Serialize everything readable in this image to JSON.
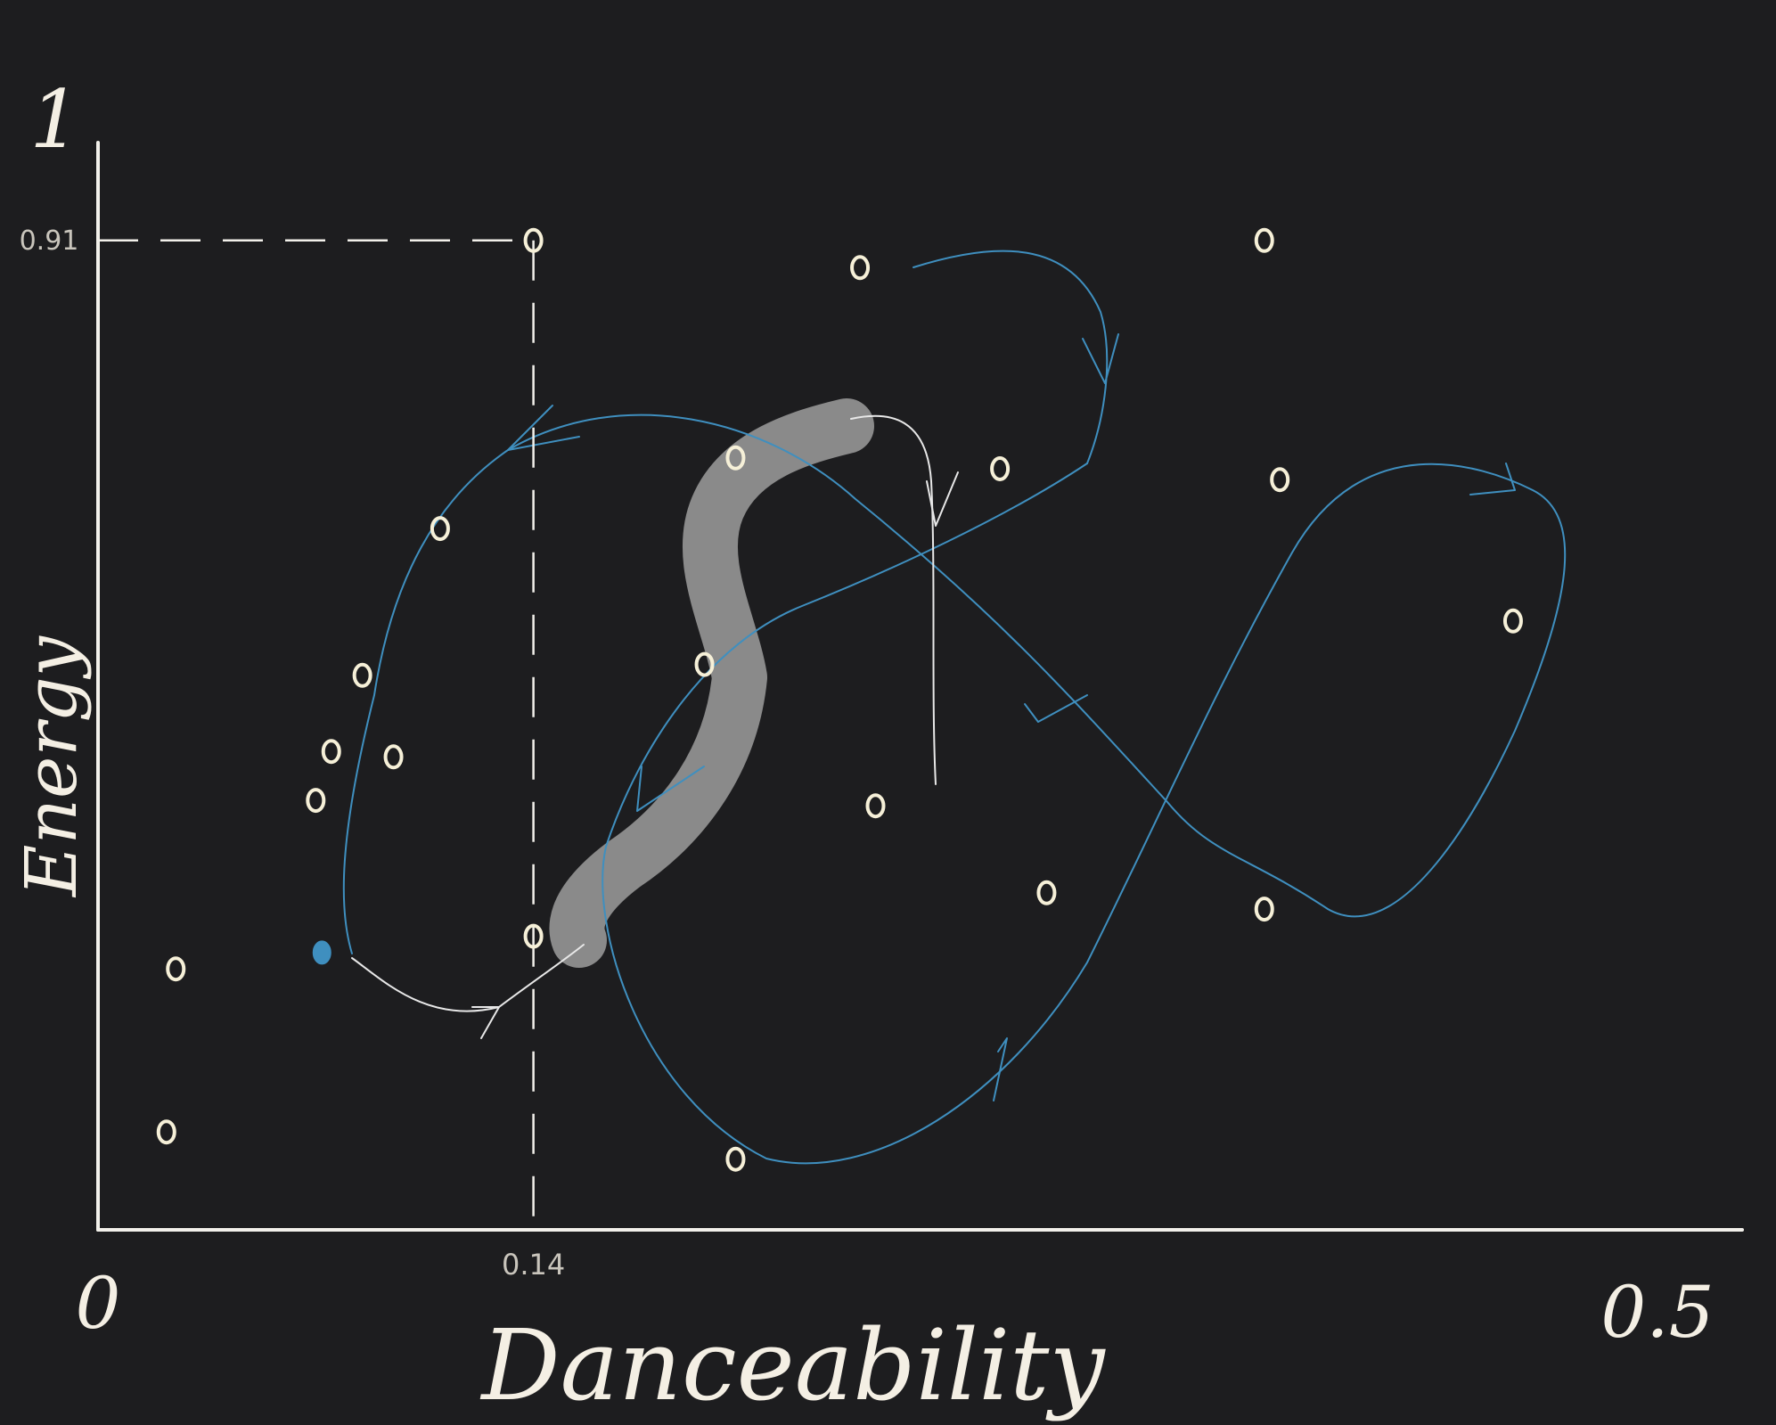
{
  "chart_data": {
    "type": "scatter",
    "xlabel": "Danceability",
    "ylabel": "Energy",
    "x_ticks": [
      "0",
      "0.14",
      "0.5"
    ],
    "y_ticks": [
      "1",
      "0.91"
    ],
    "xlim": [
      0,
      0.5
    ],
    "ylim": [
      0,
      1
    ],
    "grid": false,
    "reference_point": {
      "x": 0.14,
      "y": 0.91
    },
    "points": [
      {
        "x": 0.14,
        "y": 0.91
      },
      {
        "x": 0.245,
        "y": 0.885
      },
      {
        "x": 0.375,
        "y": 0.91
      },
      {
        "x": 0.205,
        "y": 0.71
      },
      {
        "x": 0.29,
        "y": 0.7
      },
      {
        "x": 0.38,
        "y": 0.69
      },
      {
        "x": 0.455,
        "y": 0.56
      },
      {
        "x": 0.11,
        "y": 0.645
      },
      {
        "x": 0.195,
        "y": 0.52
      },
      {
        "x": 0.085,
        "y": 0.51
      },
      {
        "x": 0.075,
        "y": 0.44
      },
      {
        "x": 0.095,
        "y": 0.435
      },
      {
        "x": 0.07,
        "y": 0.395
      },
      {
        "x": 0.25,
        "y": 0.39
      },
      {
        "x": 0.305,
        "y": 0.31
      },
      {
        "x": 0.375,
        "y": 0.295
      },
      {
        "x": 0.14,
        "y": 0.27
      },
      {
        "x": 0.025,
        "y": 0.24
      },
      {
        "x": 0.022,
        "y": 0.09
      },
      {
        "x": 0.205,
        "y": 0.065
      }
    ],
    "highlighted_point": {
      "x": 0.072,
      "y": 0.255
    },
    "colors": {
      "background": "#1d1d1f",
      "axis": "#f2f0ea",
      "points": "#f6f0d8",
      "blue_path": "#3f8fbf",
      "white_path": "#e8e8e8",
      "highlight_band": "#8a8a8a",
      "highlighted_point": "#3f8fbf"
    }
  }
}
